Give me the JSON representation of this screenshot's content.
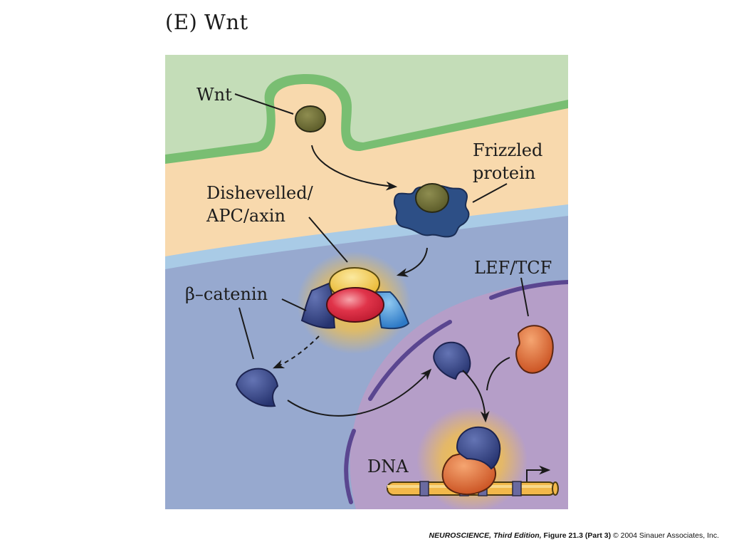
{
  "panel_title": "(E)  Wnt",
  "labels": {
    "wnt": "Wnt",
    "frizzled_line1": "Frizzled",
    "frizzled_line2": "protein",
    "dishevelled_line1": "Dishevelled/",
    "dishevelled_line2": "APC/axin",
    "beta_catenin": "β–catenin",
    "lef_tcf": "LEF/TCF",
    "dna": "DNA"
  },
  "credit": {
    "book": "NEUROSCIENCE, Third Edition,",
    "figure": "Figure 21.3 (Part 3)",
    "copyright": "© 2004 Sinauer Associates, Inc."
  },
  "colors": {
    "extracellular": "#c4ddb8",
    "membrane_outer": "#7bbf75",
    "cytoplasm_top": "#f8d9ad",
    "membrane_inner": "#a9cbe6",
    "cytoplasm": "#97a9cf",
    "nucleus": "#b59ec8",
    "wnt_ligand": "#6e6e35",
    "frizzled": "#2d4f86",
    "beta_catenin": "#3a4a88",
    "lef_tcf": "#d9622d",
    "complex_top": "#f1c142",
    "complex_center": "#e0344a",
    "complex_right": "#3a88d0",
    "glow": "#f6c542"
  }
}
